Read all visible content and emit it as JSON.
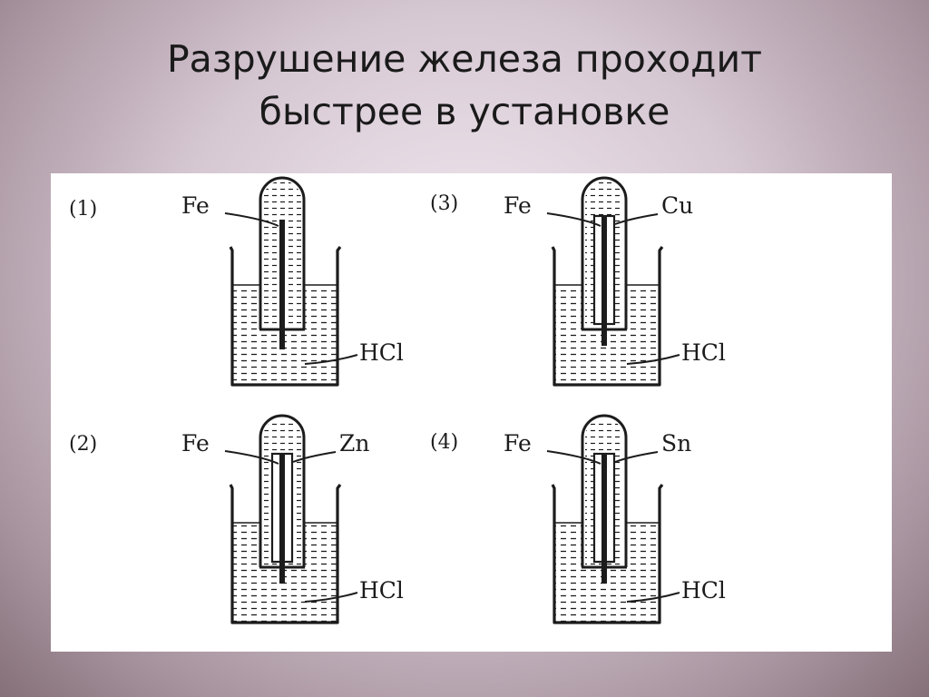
{
  "slide": {
    "title_line1": "Разрушение железа проходит",
    "title_line2": "быстрее в установке"
  },
  "setups": [
    {
      "number": "(1)",
      "metal": "Fe",
      "coupled_metal": "",
      "electrolyte": "HCl"
    },
    {
      "number": "(2)",
      "metal": "Fe",
      "coupled_metal": "Zn",
      "electrolyte": "HCl"
    },
    {
      "number": "(3)",
      "metal": "Fe",
      "coupled_metal": "Cu",
      "electrolyte": "HCl"
    },
    {
      "number": "(4)",
      "metal": "Fe",
      "coupled_metal": "Sn",
      "electrolyte": "HCl"
    }
  ],
  "colors": {
    "ink": "#1c1c1c",
    "background": "#ffffff"
  }
}
